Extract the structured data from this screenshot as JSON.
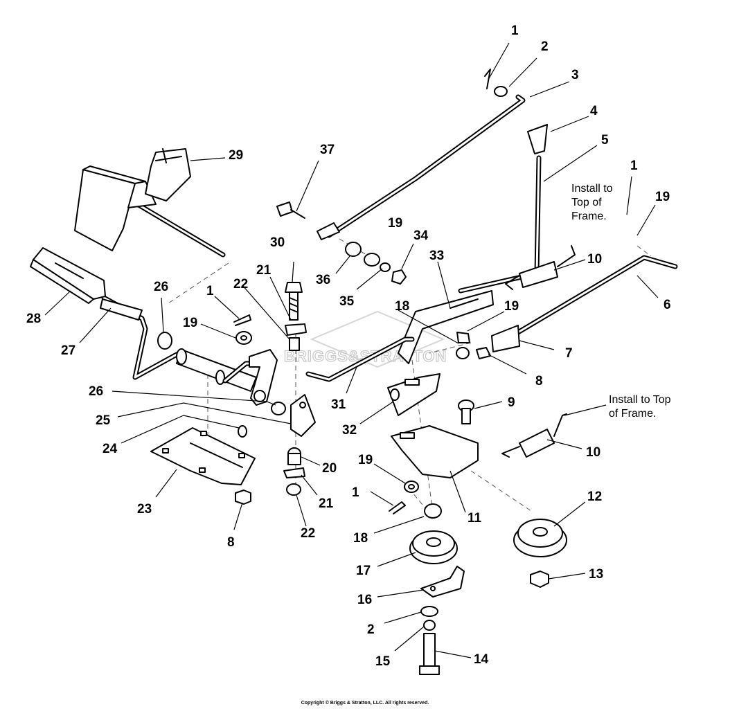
{
  "callouts": [
    "1",
    "2",
    "3",
    "4",
    "5",
    "1",
    "19",
    "29",
    "37",
    "30",
    "21",
    "22",
    "19",
    "34",
    "33",
    "36",
    "35",
    "18",
    "19",
    "10",
    "6",
    "26",
    "1",
    "19",
    "28",
    "27",
    "31",
    "7",
    "8",
    "26",
    "25",
    "24",
    "32",
    "9",
    "10",
    "23",
    "20",
    "21",
    "19",
    "1",
    "11",
    "22",
    "8",
    "18",
    "12",
    "17",
    "13",
    "16",
    "2",
    "15",
    "14"
  ],
  "notes": {
    "top_frame_lines": [
      "Install to",
      "Top of",
      "Frame."
    ],
    "mid_frame_lines": [
      "Install to Top",
      "of Frame."
    ]
  },
  "watermark": "BRIGGS&STRATTON",
  "copyright": "Copyright © Briggs & Stratton, LLC. All rights reserved."
}
